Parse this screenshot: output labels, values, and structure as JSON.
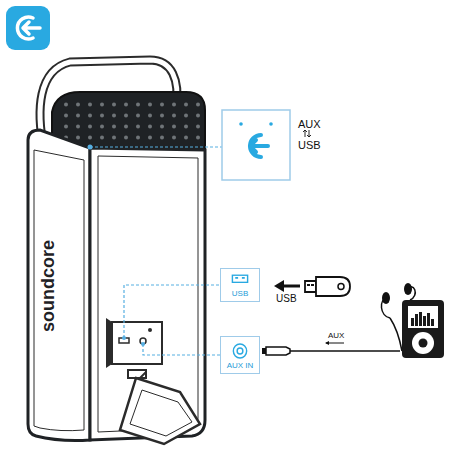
{
  "diagram": {
    "nodes": [
      {
        "text": [
          "USB"
        ]
      },
      {
        "text": [
          "AUX IN"
        ]
      }
    ],
    "edges": [],
    "labels": [
      "soundcore",
      "AUX",
      "USB",
      "USB",
      "AUX"
    ]
  }
}
